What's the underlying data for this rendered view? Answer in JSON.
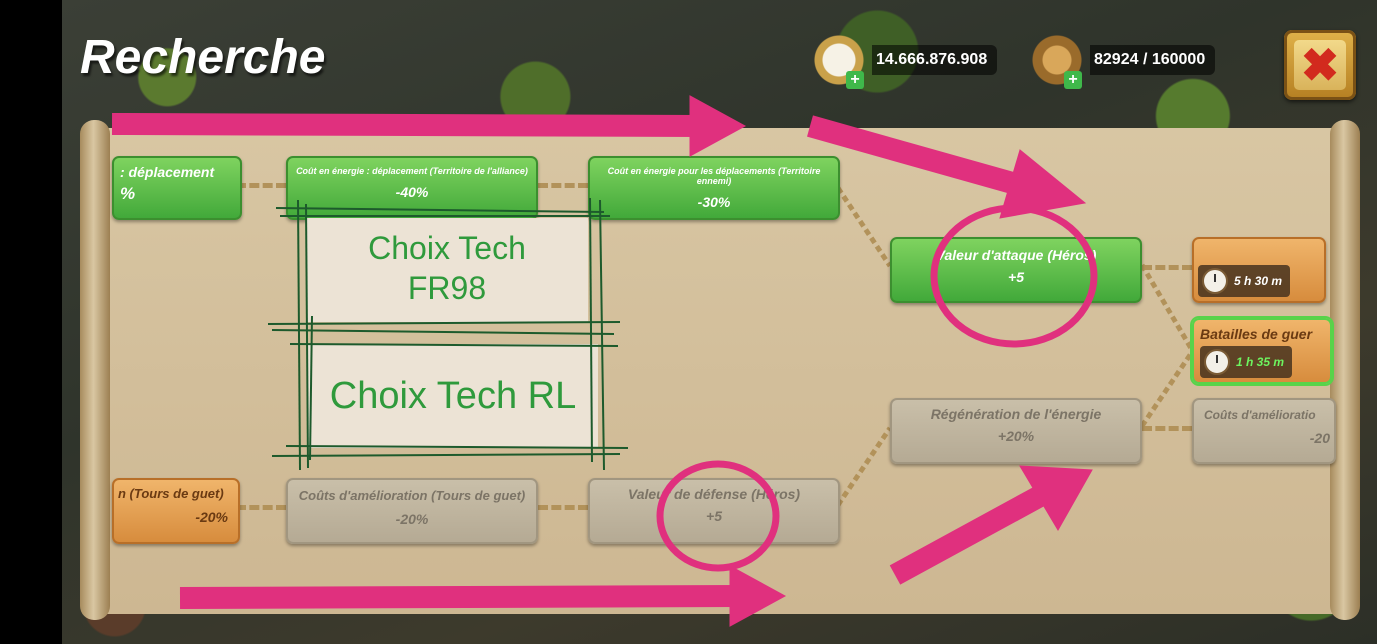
{
  "header": {
    "title": "Recherche",
    "resource_gold": "14.666.876.908",
    "resource_leadership": "82924 / 160000",
    "plus_symbol": "+",
    "close_symbol": "✖"
  },
  "nodes": {
    "n1": {
      "label": ": déplacement",
      "value": "%"
    },
    "n2": {
      "label": "Coût en énergie : déplacement (Territoire de l'alliance)",
      "value": "-40%"
    },
    "n3": {
      "label": "Coût en énergie pour les déplacements (Territoire ennemi)",
      "value": "-30%"
    },
    "n4": {
      "label": "Valeur d'attaque (Héros)",
      "value": "+5"
    },
    "n5": {
      "timer": "5 h 30 m"
    },
    "n6": {
      "label": "Batailles de guer",
      "timer": "1 h 35 m"
    },
    "n7": {
      "label": "Régénération de l'énergie",
      "value": "+20%"
    },
    "n8": {
      "label": "Coûts d'amélioratio",
      "value": "-20"
    },
    "n9": {
      "label": "n (Tours de guet)",
      "value": "-20%"
    },
    "n10": {
      "label": "Coûts d'amélioration (Tours de guet)",
      "value": "-20%"
    },
    "n11": {
      "label": "Valeur de défense (Héros)",
      "value": "+5"
    }
  },
  "annotations": {
    "note1_line1": "Choix Tech",
    "note1_line2": "FR98",
    "note2": "Choix Tech RL"
  },
  "colors": {
    "accent_pink": "#e0307e",
    "sketch_green": "#1d5a2c"
  }
}
